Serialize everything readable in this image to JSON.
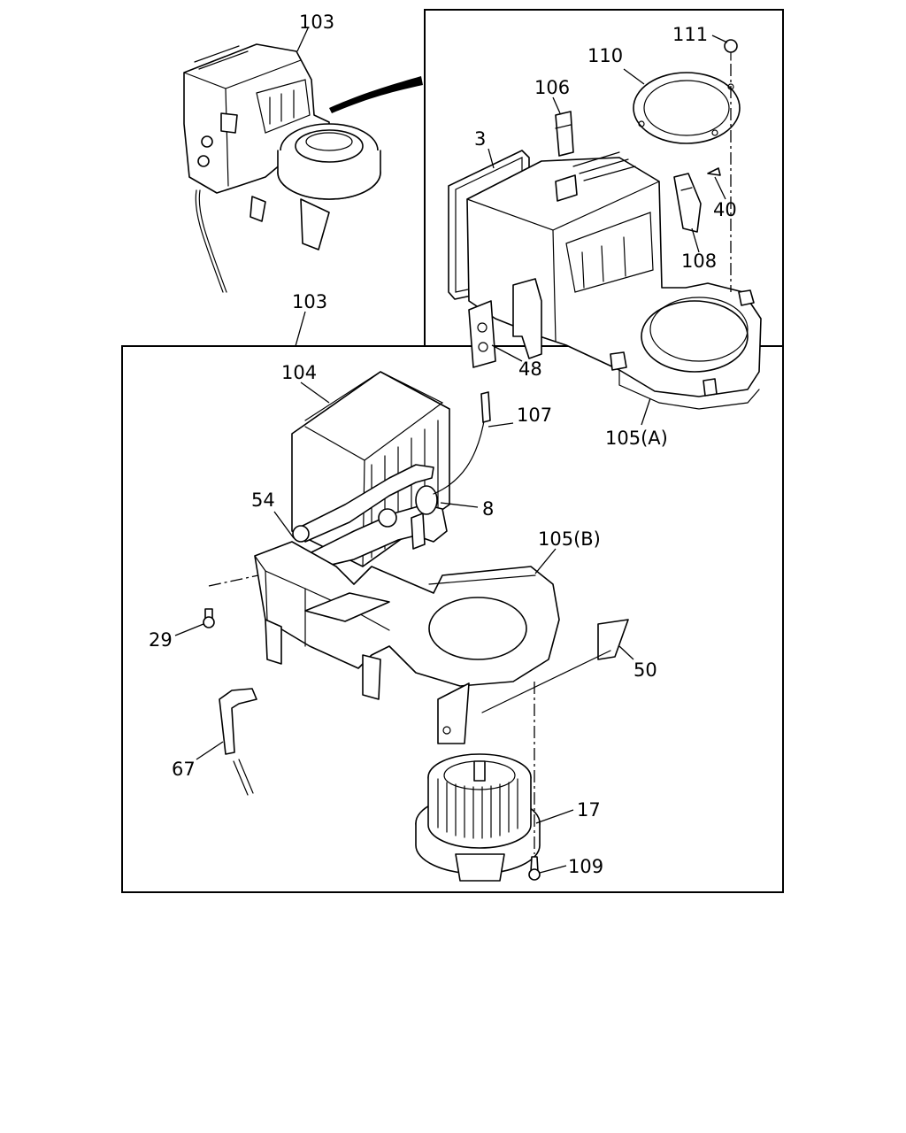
{
  "labels": {
    "p103_top": "103",
    "p103_mid": "103",
    "p111": "111",
    "p110": "110",
    "p106": "106",
    "p3": "3",
    "p40": "40",
    "p108": "108",
    "p48": "48",
    "p105a": "105(A)",
    "p104": "104",
    "p107": "107",
    "p8": "8",
    "p54": "54",
    "p105b": "105(B)",
    "p29": "29",
    "p50": "50",
    "p67": "67",
    "p17": "17",
    "p109": "109"
  }
}
